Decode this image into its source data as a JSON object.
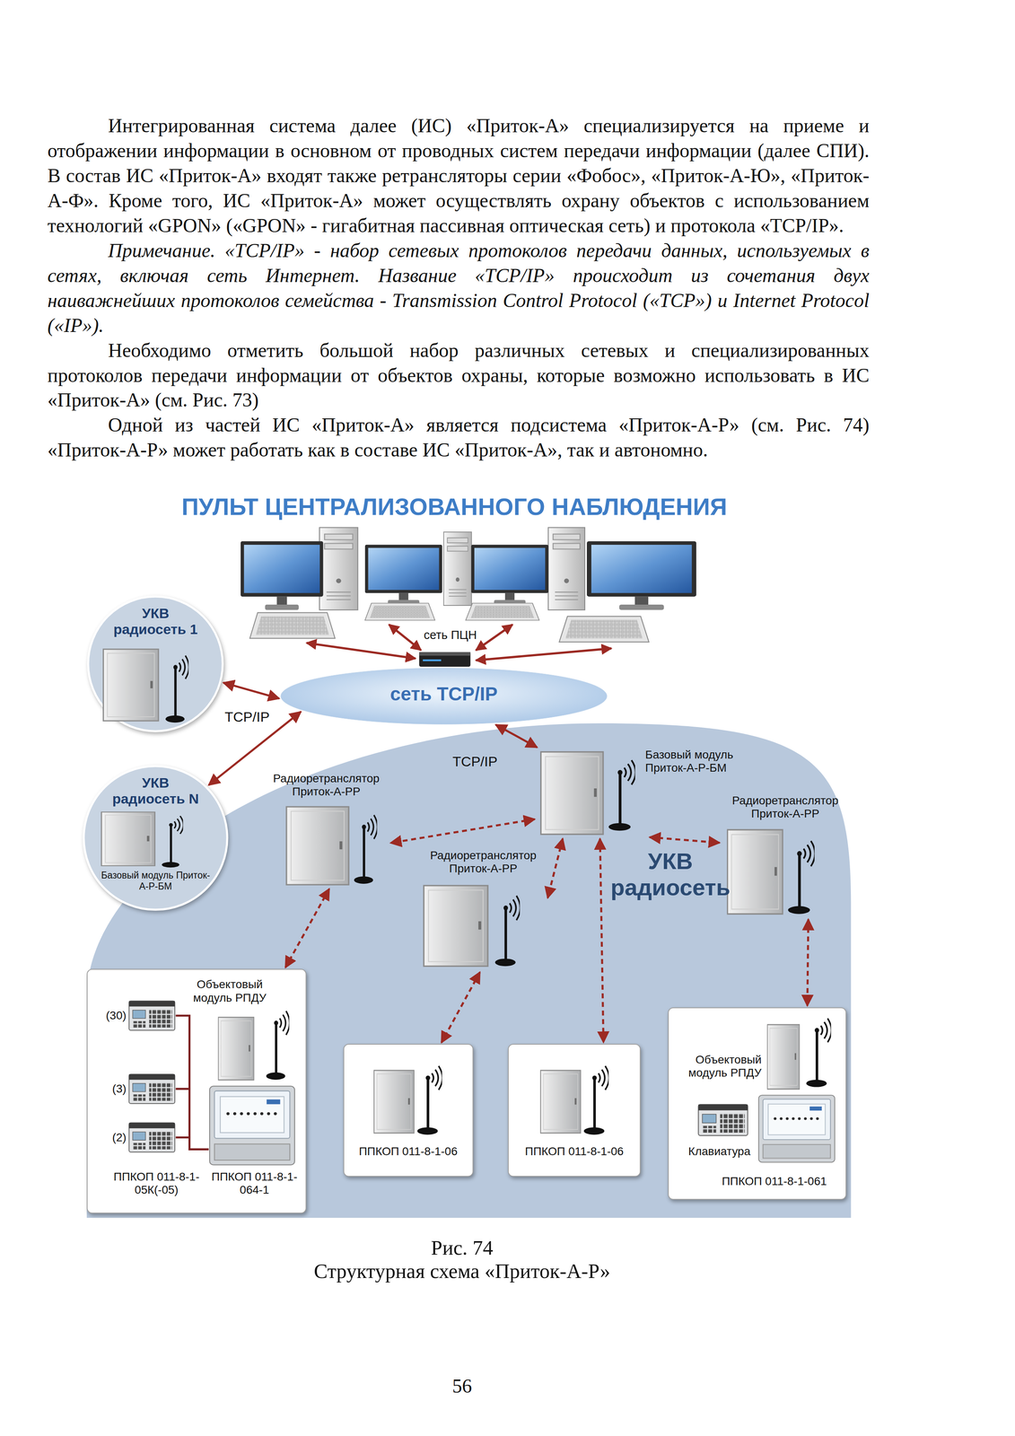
{
  "diagram": {
    "title": "ПУЛЬТ ЦЕНТРАЛИЗОВАННОГО НАБЛЮДЕНИЯ",
    "caption": "Структурная схема «Приток-А-Р»",
    "nodes": [
      {
        "text": [
          "сеть TCP/IP"
        ]
      },
      {
        "text": [
          "сеть ПЦН"
        ]
      },
      {
        "text": [
          "УКВ радиосеть 1"
        ]
      },
      {
        "text": [
          "УКВ радиосеть N",
          "Базовый модуль Приток-А-Р-БМ"
        ]
      },
      {
        "text": [
          "УКВ радиосеть"
        ]
      },
      {
        "text": [
          "Базовый модуль Приток-А-Р-БМ"
        ],
        "in": 4
      },
      {
        "text": [
          "Радиоретранслятор Приток-А-РР"
        ],
        "in": 4
      },
      {
        "text": [
          "Радиоретранслятор Приток-А-РР"
        ],
        "in": 4
      },
      {
        "text": [
          "Радиоретранслятор Приток-А-РР"
        ],
        "in": 4
      },
      {
        "text": [
          "Объектовый модуль РПДУ",
          "(30)",
          "(3)",
          "(2)",
          "ППКОП 011-8-1-05К(-05)",
          "ППКОП 011-8-1-064-1"
        ]
      },
      {
        "text": [
          "ППКОП 011-8-1-06"
        ],
        "in": 4
      },
      {
        "text": [
          "ППКОП 011-8-1-06"
        ],
        "in": 4
      },
      {
        "text": [
          "Объектовый модуль РПДУ",
          "Клавиатура",
          "ППКОП 011-8-1-061"
        ]
      }
    ],
    "edges": [
      {
        "from": 2,
        "to": 0,
        "arrow": "both",
        "label": "TCP/IP"
      },
      {
        "from": 3,
        "to": 0,
        "arrow": "both"
      },
      {
        "from": 5,
        "to": 0,
        "arrow": "both",
        "label": "TCP/IP"
      },
      {
        "from": 5,
        "to": 6,
        "arrow": "both"
      },
      {
        "from": 5,
        "to": 7,
        "arrow": "both"
      },
      {
        "from": 5,
        "to": 8,
        "arrow": "both"
      },
      {
        "from": 5,
        "to": 11,
        "arrow": "both"
      },
      {
        "from": 6,
        "to": 9,
        "arrow": "both"
      },
      {
        "from": 7,
        "to": 10,
        "arrow": "both"
      },
      {
        "from": 8,
        "to": 12,
        "arrow": "both"
      }
    ],
    "labels": [
      "Интегрированная система далее (ИС) «Приток-А» специализируется на приеме и отображении информации в основном от проводных систем передачи информации (далее СПИ). В состав ИС «Приток-А» входят также ретрансляторы серии «Фобос», «Приток-А-Ю», «Приток-А-Ф». Кроме того, ИС «Приток-А» может осуществлять охрану объектов с использованием технологий «GPON» («GPON» - гигабитная пассивная оптическая сеть) и протокола «TCP/IP».",
      "Примечание. «TCP/IP» - набор сетевых протоколов передачи данных, используемых в сетях, включая сеть Интернет. Название «TCP/IP» происходит из сочетания двух наиважнейших протоколов семейства - Transmission Control Protocol («TCP») и Internet Protocol («IP»).",
      "Необходимо отметить большой набор различных сетевых и специализированных протоколов передачи информации от объектов охраны, которые возможно использовать в ИС «Приток-А» (см. Рис. 73)",
      "Одной из частей ИС «Приток-А» является подсистема «Приток-А-Р» (см. Рис. 74) «Приток-А-Р» может работать как в составе ИС «Приток-А», так и автономно.",
      "Рис. 74",
      "56"
    ]
  }
}
